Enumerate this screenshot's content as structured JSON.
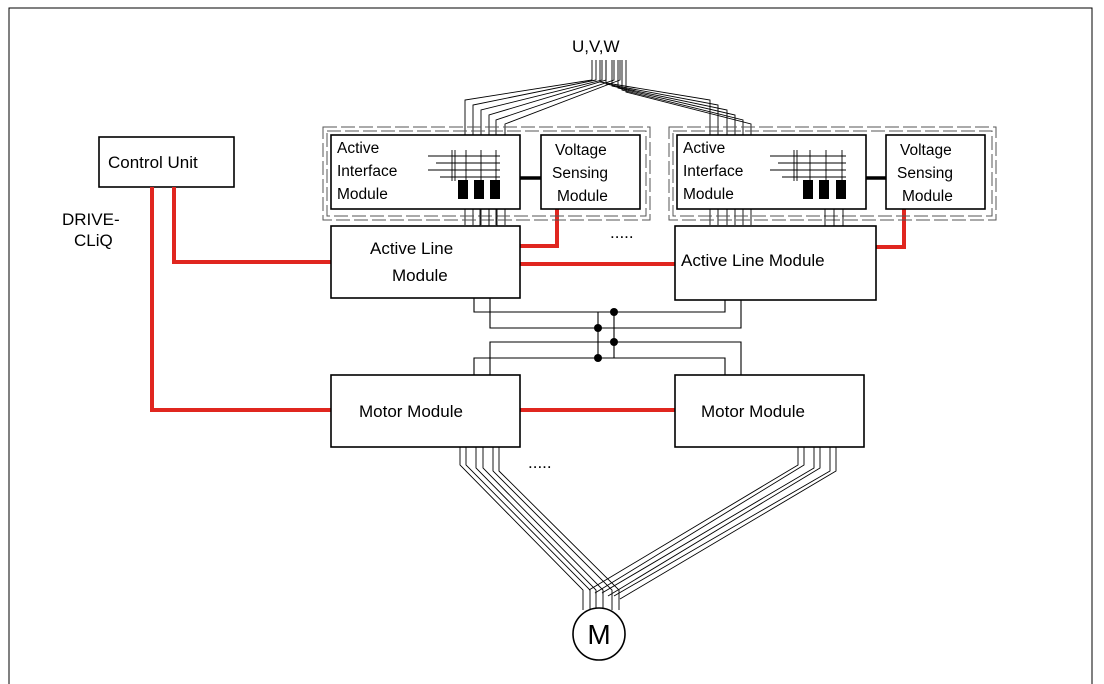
{
  "supply": {
    "label": "U,V,W"
  },
  "control_unit": {
    "label": "Control Unit"
  },
  "drivecliq": {
    "line1": "DRIVE-",
    "line2": "CLiQ"
  },
  "aim": {
    "line1": "Active",
    "line2": "Interface",
    "line3": "Module"
  },
  "vsm": {
    "line1": "Voltage",
    "line2": "Sensing",
    "line3": "Module"
  },
  "alm_left": {
    "line1": "Active Line",
    "line2": "Module"
  },
  "alm_right": {
    "label": "Active Line Module"
  },
  "motor_module": {
    "label": "Motor Module"
  },
  "ellipsis": "․․․․․",
  "ellipsis_plain": ".....",
  "motor": {
    "label": "M"
  },
  "colors": {
    "drivecliq_line": "#e0261f",
    "frame": "#000000"
  }
}
